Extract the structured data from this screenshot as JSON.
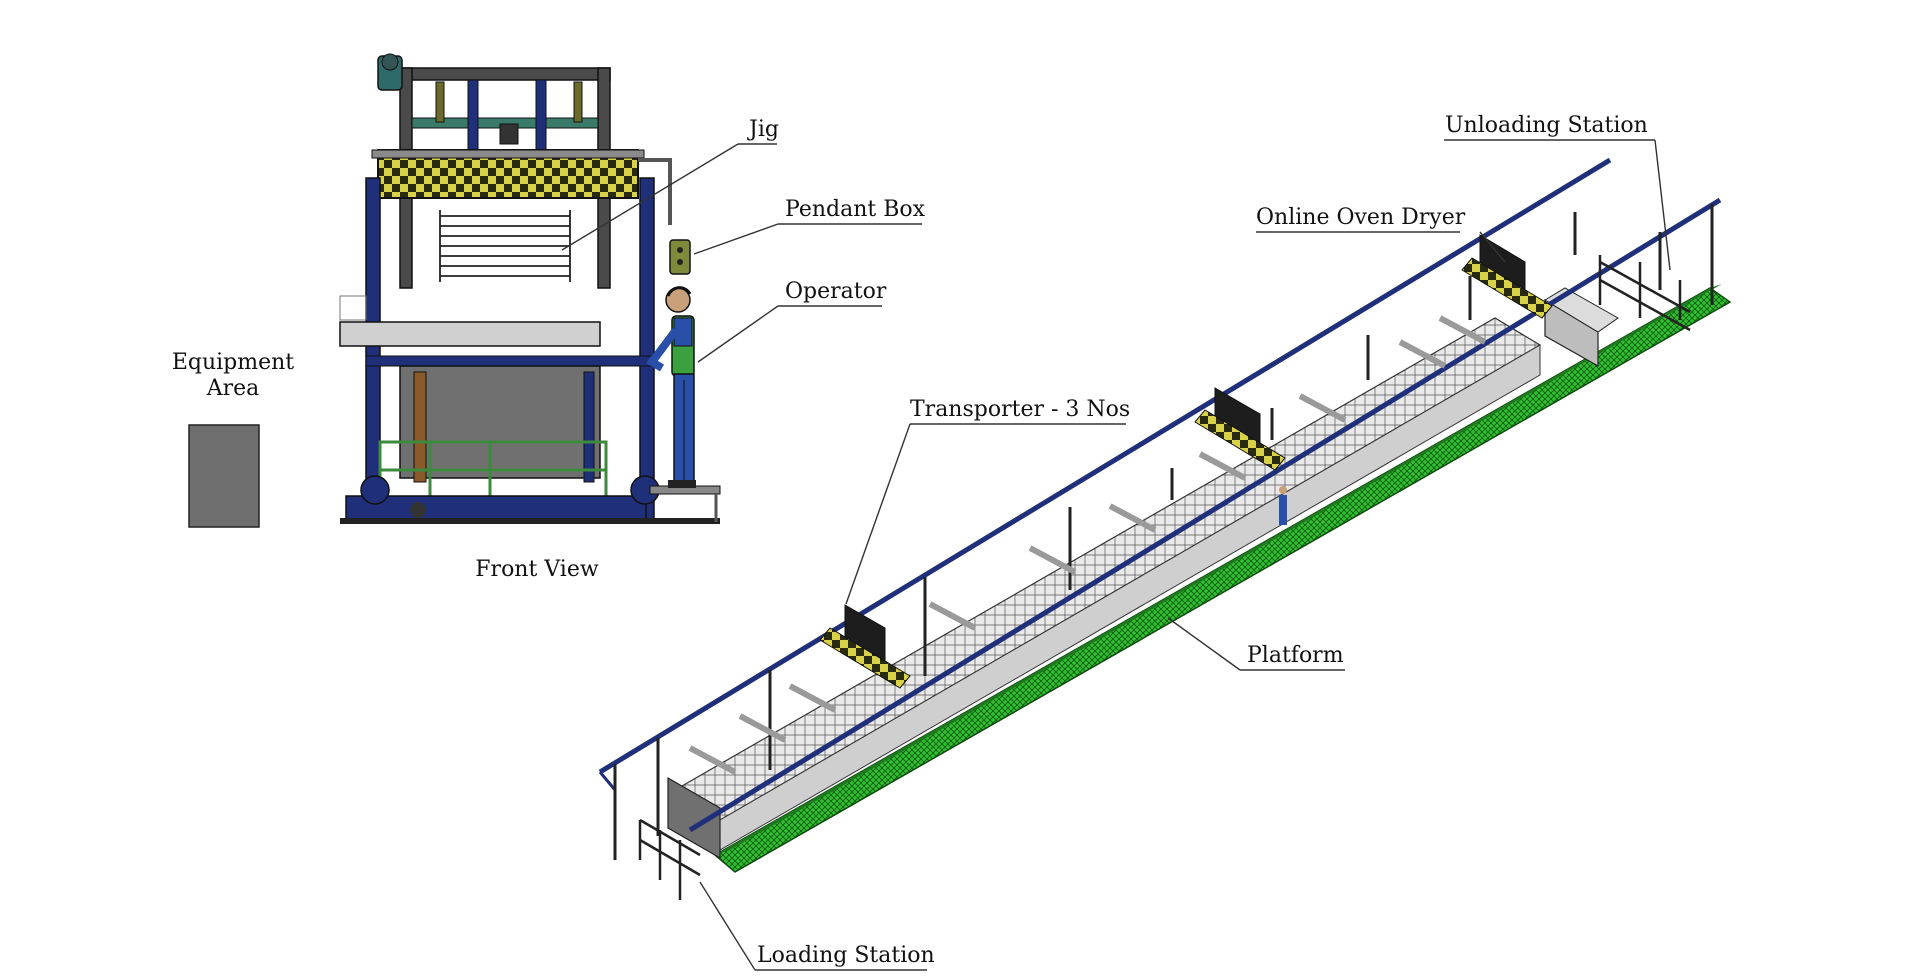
{
  "labels": {
    "jig": "Jig",
    "pendant_box": "Pendant Box",
    "operator": "Operator",
    "equipment_area_line1": "Equipment",
    "equipment_area_line2": "Area",
    "front_view": "Front View",
    "unloading_station": "Unloading Station",
    "online_oven_dryer": "Online Oven Dryer",
    "transporter": "Transporter - 3 Nos",
    "platform": "Platform",
    "loading_station": "Loading Station"
  },
  "colors": {
    "steel_blue": "#1f2f7a",
    "platform_green": "#2db82d",
    "operator_blue": "#2a4fa8",
    "operator_green": "#3aa040",
    "tank_grey": "#707070",
    "equipment_grey": "#6e6e6e",
    "jig_check": "#6b6b1a"
  },
  "icons": [
    "operator-figure",
    "pendant-box-icon",
    "transporter-icon",
    "oven-dryer-icon"
  ]
}
